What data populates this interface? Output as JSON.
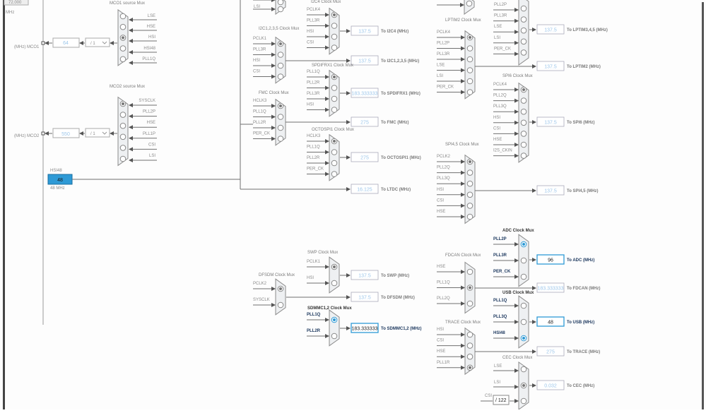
{
  "top_left": {
    "partial_value": "72.000",
    "unit": "MHz"
  },
  "mco1": {
    "label": "(MHz) MCO1",
    "value": "64",
    "divider": "/ 1",
    "mux_title": "MCO1 source Mux",
    "inputs": [
      "LSE",
      "HSE",
      "HSI",
      "HSI48",
      "PLL1Q"
    ],
    "selected": 2
  },
  "mco2": {
    "label": "(MHz) MCO2",
    "value": "550",
    "divider": "/ 1",
    "mux_title": "MCO2 source Mux",
    "inputs": [
      "SYSCLK",
      "PLL2P",
      "HSE",
      "PLL1P",
      "CSI",
      "LSI"
    ],
    "selected": 0
  },
  "hsi48": {
    "title": "HSI48",
    "value": "48",
    "unit_label": "48 MHz",
    "color": "#2e9ad6"
  },
  "muxes": {
    "i2c1235_partial": {
      "inputs": [
        "LSI"
      ]
    },
    "i2c1235": {
      "title": "I2C1,2,3,5 Clock Mux",
      "inputs": [
        "PCLK1",
        "PLL3R",
        "HSI",
        "CSI"
      ],
      "selected": 0,
      "output_value": "137.5",
      "output_label": "To I2C1,2,3,5 (MHz)"
    },
    "i2c4": {
      "title": "I2C4 Clock Mux",
      "inputs": [
        "PCLK4",
        "PLL3R",
        "HSI",
        "CSI"
      ],
      "selected": 0,
      "output_value": "137.5",
      "output_label": "To I2C4 (MHz)"
    },
    "spdifrx1": {
      "title": "SPDIFRX1 Clock Mux",
      "inputs": [
        "PLL1Q",
        "PLL2R",
        "PLL3R",
        "HSI"
      ],
      "selected": 0,
      "output_value": "183.333333",
      "output_label": "To SPDIFRX1 (MHz)"
    },
    "fmc": {
      "title": "FMC Clock Mux",
      "inputs": [
        "HCLK3",
        "PLL1Q",
        "PLL2R",
        "PER_CK"
      ],
      "selected": 0,
      "output_value": "275",
      "output_label": "To FMC (MHz)"
    },
    "octospi1": {
      "title": "OCTOSPI1 Clock Mux",
      "inputs": [
        "HCLK3",
        "PLL1Q",
        "PLL2R",
        "PER_CK"
      ],
      "selected": 0,
      "output_value": "275",
      "output_label": "To OCTOSPI1 (MHz)"
    },
    "ltdc": {
      "output_value": "16.125",
      "output_label": "To LTDC (MHz)"
    },
    "lptim2": {
      "title": "LPTIM2 Clock Mux",
      "inputs": [
        "PCLK4",
        "PLL2P",
        "PLL3R",
        "LSE",
        "LSI",
        "PER_CK"
      ],
      "selected": 0,
      "output_value": "137.5",
      "output_label": "To LPTIM2 (MHz)"
    },
    "lptim345": {
      "inputs": [
        "PLL2P",
        "PLL3R",
        "LSE",
        "LSI",
        "PER_CK"
      ],
      "output_value": "137.5",
      "output_label": "To LPTIM3,4,5 (MHz)"
    },
    "spi6": {
      "title": "SPI6 Clock Mux",
      "inputs": [
        "PCLK4",
        "PLL2Q",
        "PLL3Q",
        "HSI",
        "CSI",
        "HSE",
        "I2S_CKIN"
      ],
      "selected": 0,
      "output_value": "137.5",
      "output_label": "To SPI6 (MHz)"
    },
    "spi45": {
      "title": "SPI4,5 Clock Mux",
      "inputs": [
        "PCLK2",
        "PLL2Q",
        "PLL3Q",
        "HSI",
        "CSI",
        "HSE"
      ],
      "selected": 0,
      "output_value": "137.5",
      "output_label": "To SPI4,5 (MHz)"
    },
    "swp": {
      "title": "SWP Clock Mux",
      "inputs": [
        "PCLK1",
        "HSI"
      ],
      "selected": 0,
      "output_value": "137.5",
      "output_label": "To SWP (MHz)"
    },
    "dfsdm": {
      "title": "DFSDM Clock Mux",
      "inputs": [
        "PCLK2",
        "SYSCLK"
      ],
      "selected": 0,
      "output_value": "137.5",
      "output_label": "To DFSDM (MHz)"
    },
    "sdmmc12": {
      "title": "SDMMC1,2 Clock Mux",
      "inputs": [
        "PLL1Q",
        "PLL2R"
      ],
      "selected": 0,
      "output_value": "183.333333",
      "output_label": "To SDMMC1,2 (MHz)"
    },
    "adc": {
      "title": "ADC Clock Mux",
      "inputs": [
        "PLL2P",
        "PLL3R",
        "PER_CK"
      ],
      "selected": 0,
      "output_value": "96",
      "output_label": "To ADC (MHz)"
    },
    "fdcan": {
      "title": "FDCAN Clock Mux",
      "inputs": [
        "HSE",
        "PLL1Q",
        "PLL2Q"
      ],
      "selected": 1,
      "output_value": "183.333333",
      "output_label": "To FDCAN (MHz)"
    },
    "usb": {
      "title": "USB Clock Mux",
      "inputs": [
        "PLL1Q",
        "PLL3Q",
        "HSI48"
      ],
      "selected": 2,
      "output_value": "48",
      "output_label": "To USB (MHz)"
    },
    "trace": {
      "title": "TRACE Clock Mux",
      "inputs": [
        "HSI",
        "CSI",
        "HSE",
        "PLL1R"
      ],
      "selected": 3,
      "output_value": "275",
      "output_label": "To TRACE (MHz)"
    },
    "cec": {
      "title": "CEC Clock Mux",
      "inputs": [
        "LSE",
        "LSI",
        "CSI"
      ],
      "selected": 1,
      "output_value": "0.032",
      "output_label": "To CEC (MHz)",
      "csi_divider": "/ 122"
    }
  },
  "colors": {
    "accent": "#2e9ad6",
    "line": "#707070",
    "mux_fill": "#eef0f2",
    "value_text": "#9cc6ea"
  }
}
